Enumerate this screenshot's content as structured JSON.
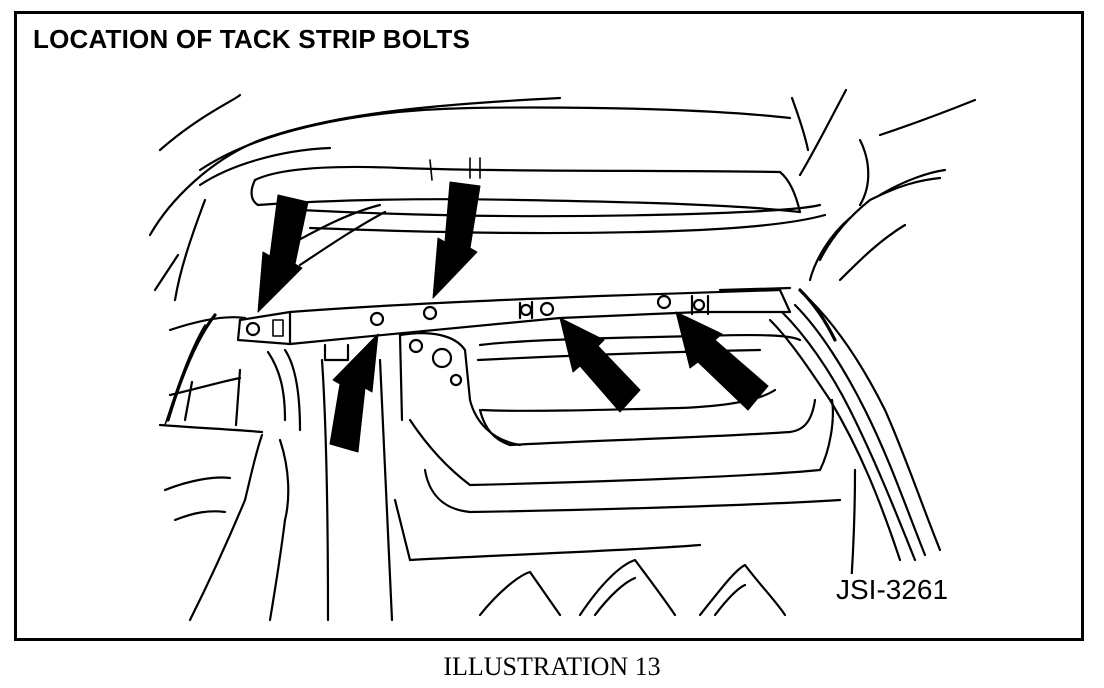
{
  "figure": {
    "title": "LOCATION OF TACK STRIP BOLTS",
    "drawing_code": "JSI-3261",
    "caption": "ILLUSTRATION 13"
  },
  "arrows": [
    {
      "name": "arrow-bolt-1",
      "points_to": "bolt-1"
    },
    {
      "name": "arrow-bolt-3",
      "points_to": "bolt-3"
    },
    {
      "name": "arrow-bolt-2",
      "points_to": "bolt-2"
    },
    {
      "name": "arrow-bolt-4",
      "points_to": "bolt-4"
    },
    {
      "name": "arrow-bolt-5",
      "points_to": "bolt-5"
    }
  ]
}
